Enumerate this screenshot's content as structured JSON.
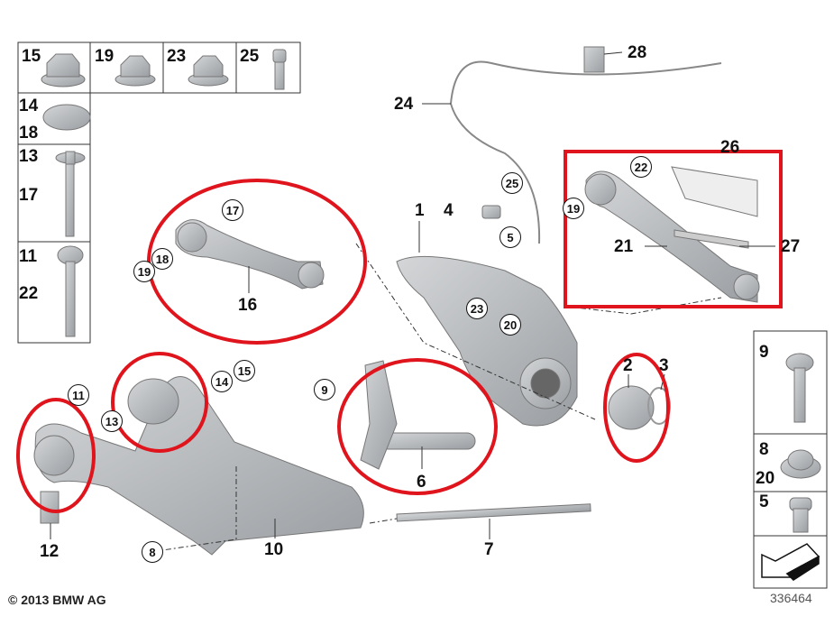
{
  "diagram": {
    "grid_labels": [
      "15",
      "19",
      "23",
      "25",
      "14",
      "18",
      "13",
      "17",
      "11",
      "22"
    ],
    "right_box_labels": [
      "9",
      "8",
      "20",
      "5"
    ],
    "callouts_plain": {
      "c28": "28",
      "c24": "24",
      "c26": "26",
      "c1": "1",
      "c4": "4",
      "c21": "21",
      "c27": "27",
      "c16": "16",
      "c2": "2",
      "c3": "3",
      "c6": "6",
      "c12": "12",
      "c10": "10",
      "c7": "7"
    },
    "callouts_circled": {
      "c22": "22",
      "c17": "17",
      "c25": "25",
      "c5": "5",
      "c19a": "19",
      "c18": "18",
      "c19b": "19",
      "c23": "23",
      "c20": "20",
      "c9": "9",
      "c14": "14",
      "c15": "15",
      "c11": "11",
      "c13": "13",
      "c8": "8"
    },
    "copyright": "© 2013 BMW AG",
    "diagram_number": "336464",
    "highlight_color": "#e0141c"
  }
}
